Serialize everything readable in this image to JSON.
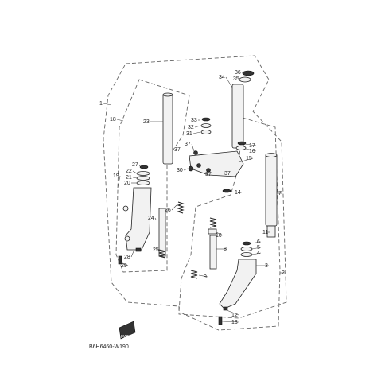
{
  "diagram_code": "B6H6460-W190",
  "arrow_label": "FWD",
  "part_numbers": [
    "1",
    "2",
    "3",
    "4",
    "5",
    "6",
    "7",
    "8",
    "9",
    "10",
    "11",
    "12",
    "13",
    "14",
    "15",
    "16",
    "17",
    "18",
    "19",
    "20",
    "21",
    "22",
    "23",
    "24",
    "25",
    "26",
    "27",
    "28",
    "29",
    "30",
    "31",
    "32",
    "33",
    "34",
    "35",
    "36",
    "37"
  ],
  "colors": {
    "line": "#222222",
    "dash": "#666666",
    "fill": "#f2f2f2"
  }
}
